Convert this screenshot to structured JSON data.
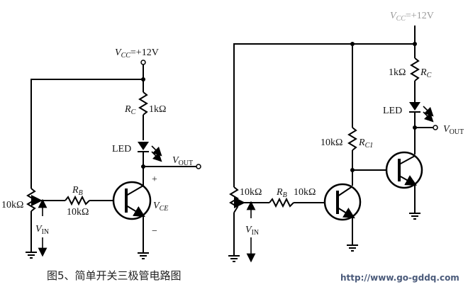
{
  "figure": {
    "caption": "图5、简单开关三极管电路图",
    "watermark": "http://www.go-gddq.com"
  },
  "circuit_left": {
    "vcc": {
      "symbol": "V",
      "sub": "CC",
      "value": "=+12V"
    },
    "rc": {
      "symbol": "R",
      "sub": "C",
      "value": "1kΩ"
    },
    "led": {
      "label": "LED"
    },
    "vout": {
      "symbol": "V",
      "sub": "OUT"
    },
    "rb": {
      "symbol": "R",
      "sub": "B",
      "value": "10kΩ"
    },
    "pot": {
      "value": "10kΩ"
    },
    "vin": {
      "symbol": "V",
      "sub": "IN"
    },
    "vce": {
      "symbol": "V",
      "sub": "CE",
      "plus": "+",
      "minus": "−"
    }
  },
  "circuit_right": {
    "vcc": {
      "symbol": "V",
      "sub": "CC",
      "value": "=+12V"
    },
    "rc": {
      "symbol": "R",
      "sub": "C",
      "value": "1kΩ"
    },
    "led": {
      "label": "LED"
    },
    "vout": {
      "symbol": "V",
      "sub": "OUT"
    },
    "rc1": {
      "symbol": "R",
      "sub": "C1",
      "value": "10kΩ"
    },
    "rb": {
      "symbol": "R",
      "sub": "B",
      "value": "10kΩ"
    },
    "pot": {
      "value": "10kΩ"
    },
    "vin": {
      "symbol": "V",
      "sub": "IN"
    }
  }
}
